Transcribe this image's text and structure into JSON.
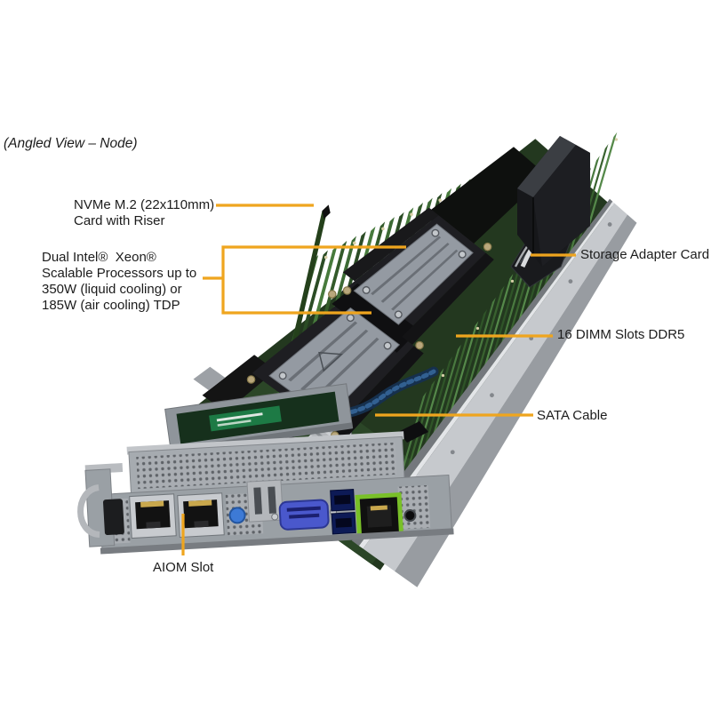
{
  "caption": "(Angled View – Node)",
  "labels": {
    "nvme": "NVMe M.2 (22x110mm)\nCard with Riser",
    "xeon": "Dual Intel®  Xeon®\nScalable Processors up to\n350W (liquid cooling) or\n185W (air cooling) TDP",
    "storage": "Storage Adapter Card",
    "dimm": "16 DIMM Slots DDR5",
    "sata": "SATA Cable",
    "aiom": "AIOM Slot"
  },
  "colors": {
    "callout": "#EFA51E",
    "label_text": "#1C1C1C",
    "pcb_green": "#2B4627",
    "board_base_green": "#23381F",
    "dimm_green": "#3C6A34",
    "cpu_plate_gray": "#949AA2",
    "rail_gray": "#C6C9CD",
    "mgmt_lan_green": "#79C028",
    "vga_blue": "#4A58CC",
    "thumbscrew_blue": "#3D7AD6",
    "sata_cable_blue": "#3A6DA2"
  }
}
